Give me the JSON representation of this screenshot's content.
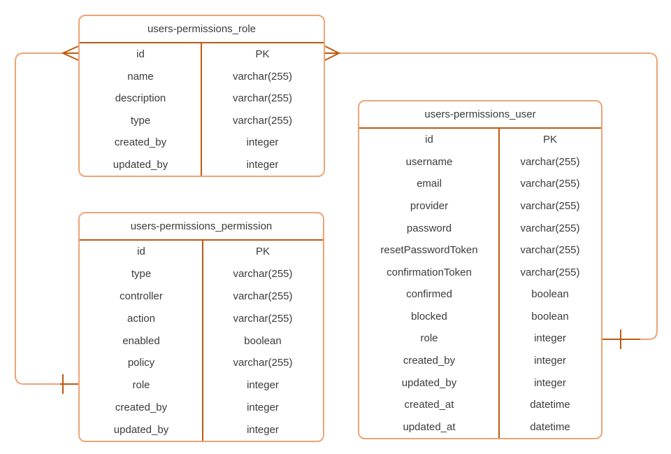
{
  "diagram": {
    "background": "#FFFFFF",
    "colors": {
      "table_border": "#EFA377",
      "divider_line": "#BC5A10",
      "connector_line": "#EFA377",
      "marker_line": "#BC5A10",
      "text": "#3B3B3B"
    },
    "tables": [
      {
        "key": "role",
        "title": "users-permissions_role",
        "rows": [
          {
            "field": "id",
            "type": "PK"
          },
          {
            "field": "name",
            "type": "varchar(255)"
          },
          {
            "field": "description",
            "type": "varchar(255)"
          },
          {
            "field": "type",
            "type": "varchar(255)"
          },
          {
            "field": "created_by",
            "type": "integer"
          },
          {
            "field": "updated_by",
            "type": "integer"
          }
        ]
      },
      {
        "key": "permission",
        "title": "users-permissions_permission",
        "rows": [
          {
            "field": "id",
            "type": "PK"
          },
          {
            "field": "type",
            "type": "varchar(255)"
          },
          {
            "field": "controller",
            "type": "varchar(255)"
          },
          {
            "field": "action",
            "type": "varchar(255)"
          },
          {
            "field": "enabled",
            "type": "boolean"
          },
          {
            "field": "policy",
            "type": "varchar(255)"
          },
          {
            "field": "role",
            "type": "integer"
          },
          {
            "field": "created_by",
            "type": "integer"
          },
          {
            "field": "updated_by",
            "type": "integer"
          }
        ]
      },
      {
        "key": "user",
        "title": "users-permissions_user",
        "rows": [
          {
            "field": "id",
            "type": "PK"
          },
          {
            "field": "username",
            "type": "varchar(255)"
          },
          {
            "field": "email",
            "type": "varchar(255)"
          },
          {
            "field": "provider",
            "type": "varchar(255)"
          },
          {
            "field": "password",
            "type": "varchar(255)"
          },
          {
            "field": "resetPasswordToken",
            "type": "varchar(255)"
          },
          {
            "field": "confirmationToken",
            "type": "varchar(255)"
          },
          {
            "field": "confirmed",
            "type": "boolean"
          },
          {
            "field": "blocked",
            "type": "boolean"
          },
          {
            "field": "role",
            "type": "integer"
          },
          {
            "field": "created_by",
            "type": "integer"
          },
          {
            "field": "updated_by",
            "type": "integer"
          },
          {
            "field": "created_at",
            "type": "datetime"
          },
          {
            "field": "updated_at",
            "type": "datetime"
          }
        ]
      }
    ],
    "relationships": [
      {
        "key": "role-permission",
        "from_table": "users-permissions_role",
        "from_column": "id",
        "from_marker": "crows-foot-many",
        "to_table": "users-permissions_permission",
        "to_column": "role",
        "to_marker": "one-tick"
      },
      {
        "key": "role-user",
        "from_table": "users-permissions_role",
        "from_column": "id",
        "from_marker": "crows-foot-many",
        "to_table": "users-permissions_user",
        "to_column": "role",
        "to_marker": "one-tick"
      }
    ]
  }
}
